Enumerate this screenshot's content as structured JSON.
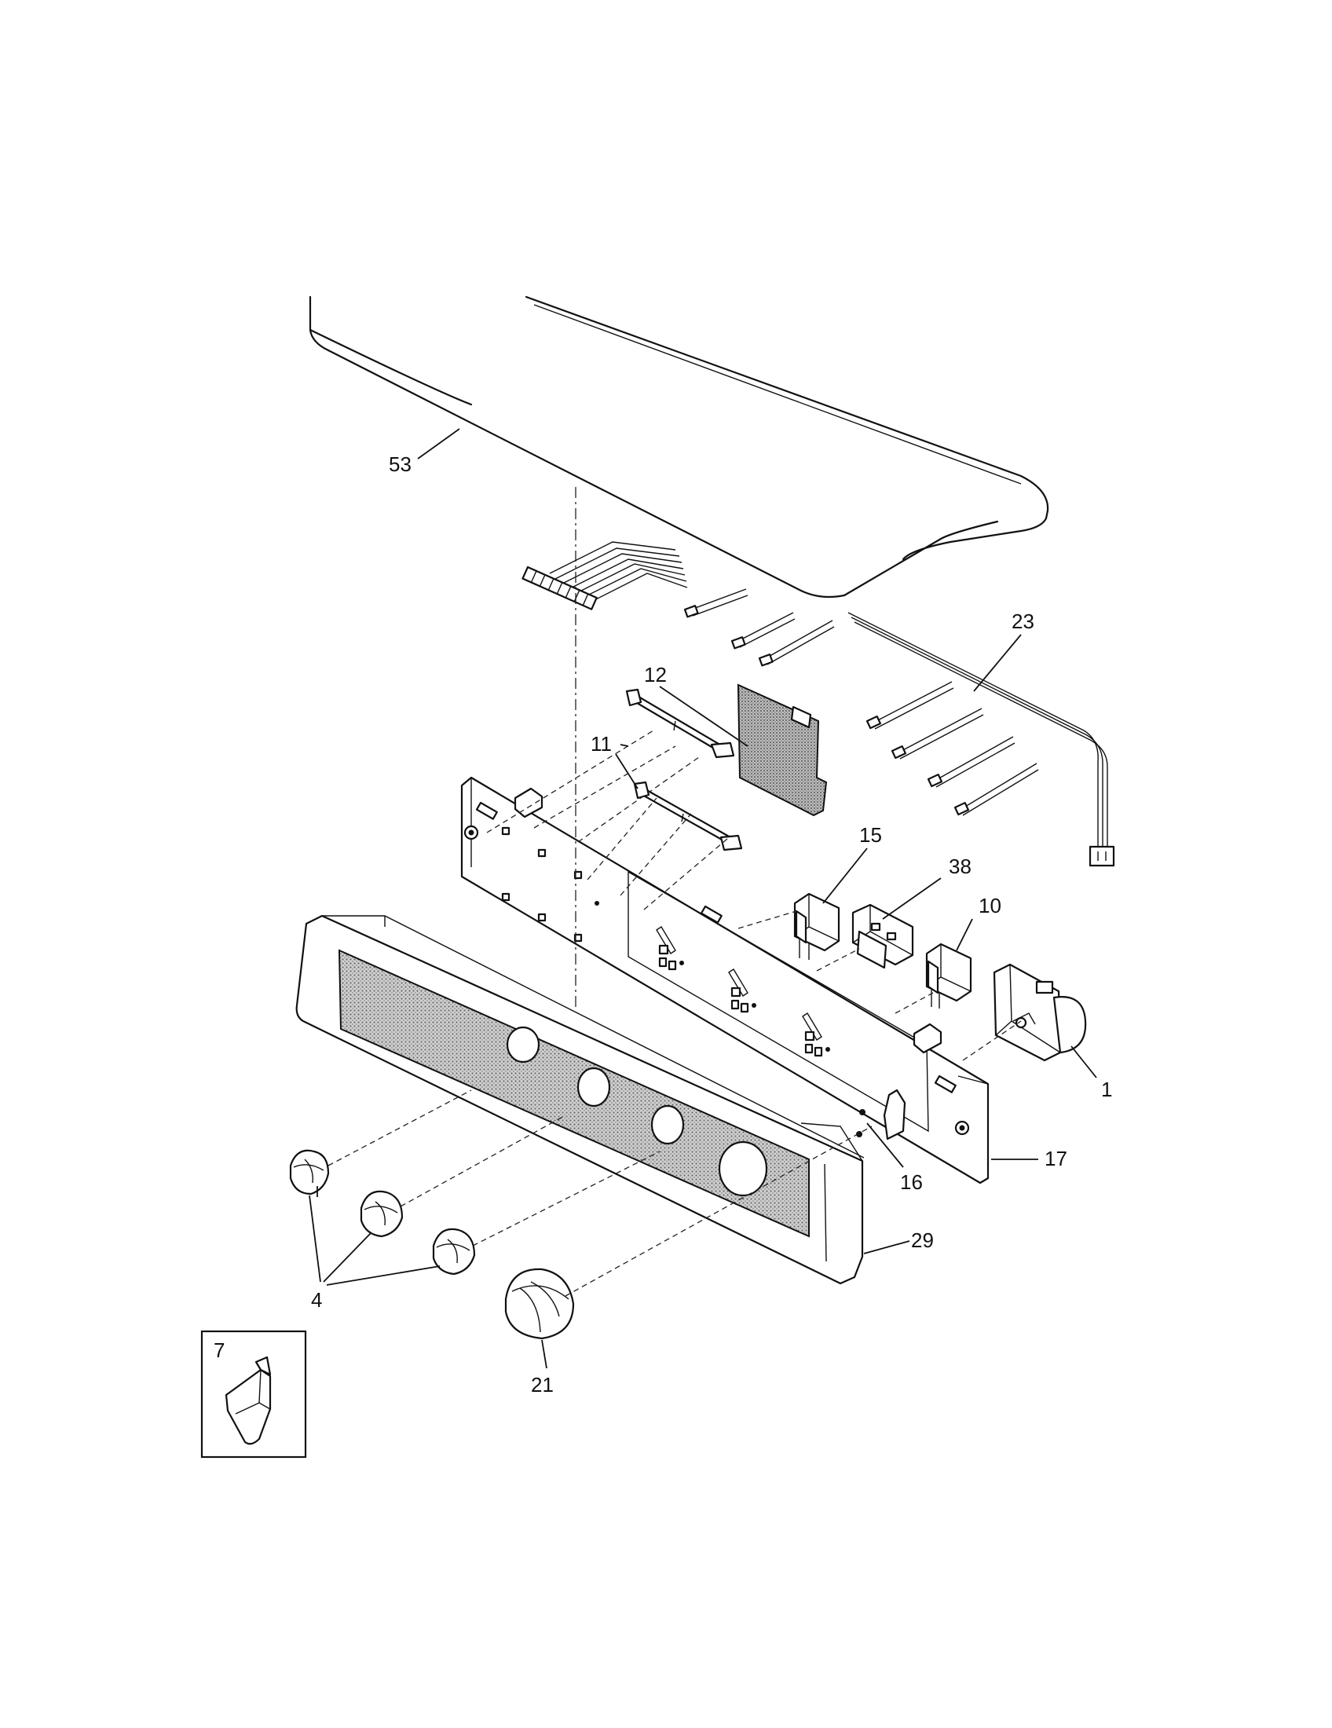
{
  "callouts": {
    "c53": "53",
    "c23": "23",
    "c12": "12",
    "c11": "11",
    "c15": "15",
    "c38": "38",
    "c10": "10",
    "c1": "1",
    "c17": "17",
    "c16": "16",
    "c29": "29",
    "c4": "4",
    "c7": "7",
    "c21": "21"
  }
}
